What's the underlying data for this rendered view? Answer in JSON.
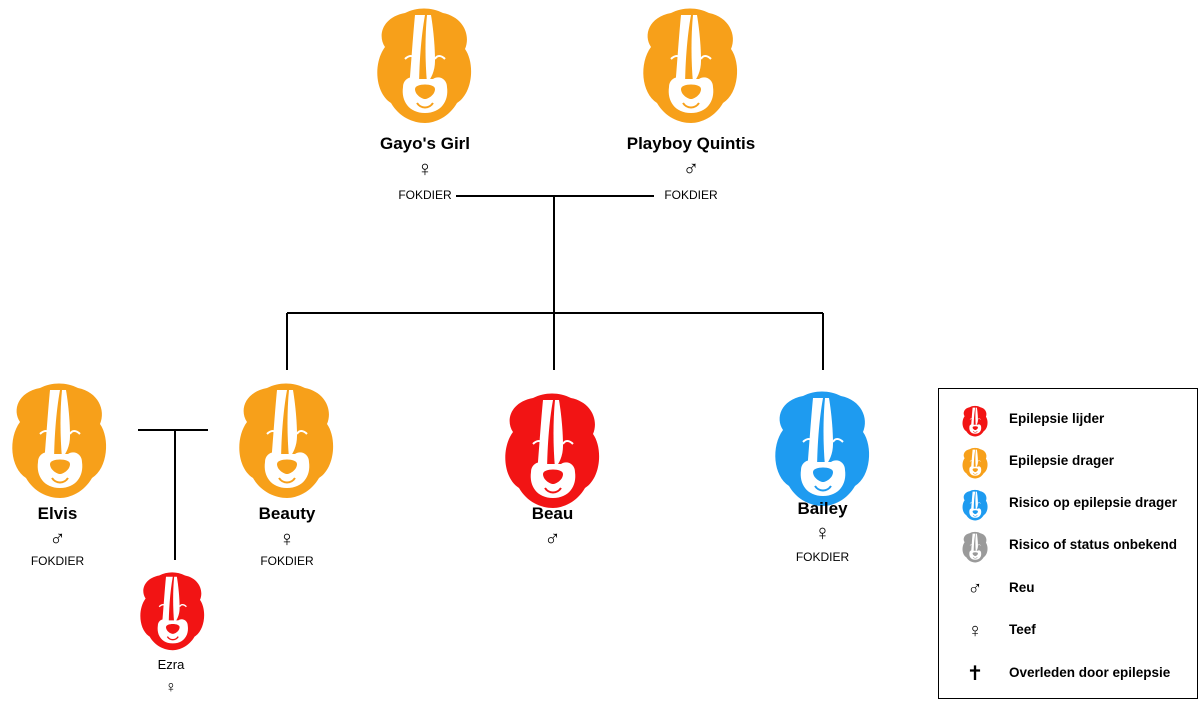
{
  "colors": {
    "lijder": "#f21414",
    "drager": "#f7a01a",
    "risico_drager": "#1e9bf0",
    "onbekend": "#9a9a9a",
    "line": "#000000"
  },
  "dogs": {
    "gayos_girl": {
      "name": "Gayo's Girl",
      "sex": "♀",
      "tag": "FOKDIER",
      "status": "drager"
    },
    "playboy_quintis": {
      "name": "Playboy Quintis",
      "sex": "♂",
      "tag": "FOKDIER",
      "status": "drager"
    },
    "elvis": {
      "name": "Elvis",
      "sex": "♂",
      "tag": "FOKDIER",
      "status": "drager"
    },
    "beauty": {
      "name": "Beauty",
      "sex": "♀",
      "tag": "FOKDIER",
      "status": "drager"
    },
    "beau": {
      "name": "Beau",
      "sex": "♂",
      "tag": "",
      "status": "lijder"
    },
    "bailey": {
      "name": "Bailey",
      "sex": "♀",
      "tag": "FOKDIER",
      "status": "risico_drager"
    },
    "ezra": {
      "name": "Ezra",
      "sex": "♀",
      "tag": "",
      "status": "lijder"
    }
  },
  "legend": {
    "items": [
      {
        "icon": "dog-red-icon",
        "label": "Epilepsie lijder"
      },
      {
        "icon": "dog-orange-icon",
        "label": "Epilepsie drager"
      },
      {
        "icon": "dog-blue-icon",
        "label": "Risico op epilepsie drager"
      },
      {
        "icon": "dog-grey-icon",
        "label": "Risico of status onbekend"
      },
      {
        "icon": "male-symbol-icon",
        "symbol": "♂",
        "label": "Reu"
      },
      {
        "icon": "female-symbol-icon",
        "symbol": "♀",
        "label": "Teef"
      },
      {
        "icon": "cross-icon",
        "symbol": "✝",
        "label": "Overleden door epilepsie"
      }
    ]
  }
}
